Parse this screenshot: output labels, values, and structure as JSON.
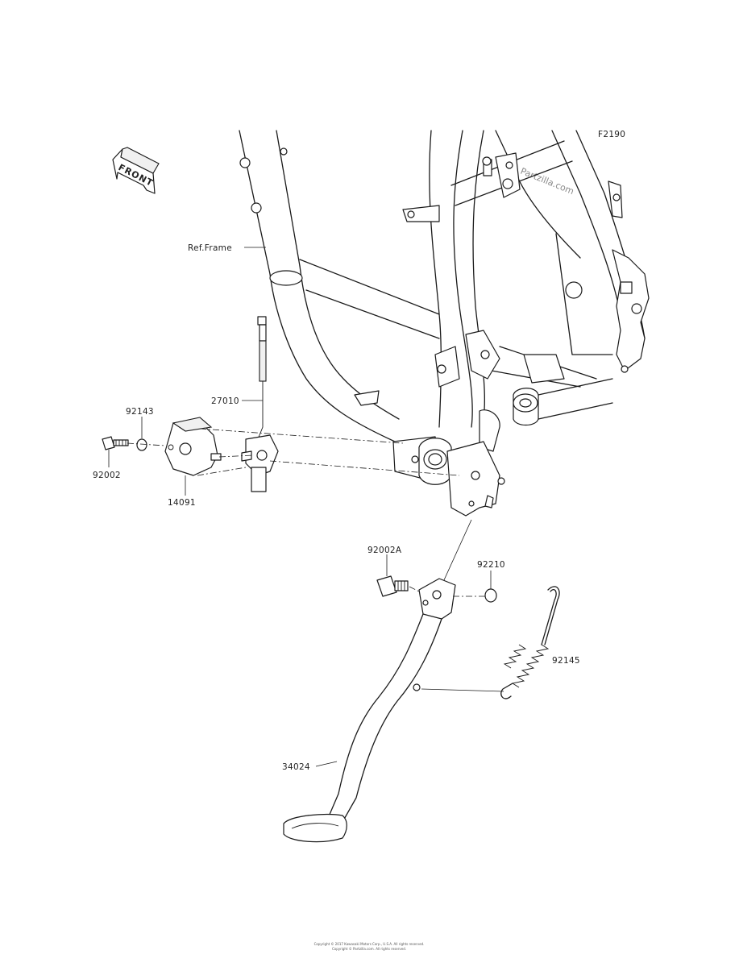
{
  "diagram_code": "F2190",
  "watermark": "Partzilla.com",
  "front_arrow_label": "FRONT",
  "labels": {
    "ref_frame": "Ref.Frame",
    "p27010": "27010",
    "p92143": "92143",
    "p92002": "92002",
    "p14091": "14091",
    "p92002A": "92002A",
    "p92210": "92210",
    "p92145": "92145",
    "p34024": "34024"
  },
  "copyright_line1": "Copyright © 2017 Kawasaki Motors Corp., U.S.A. All rights reserved.",
  "copyright_line2": "Copyright © Partzilla.com. All rights reserved."
}
